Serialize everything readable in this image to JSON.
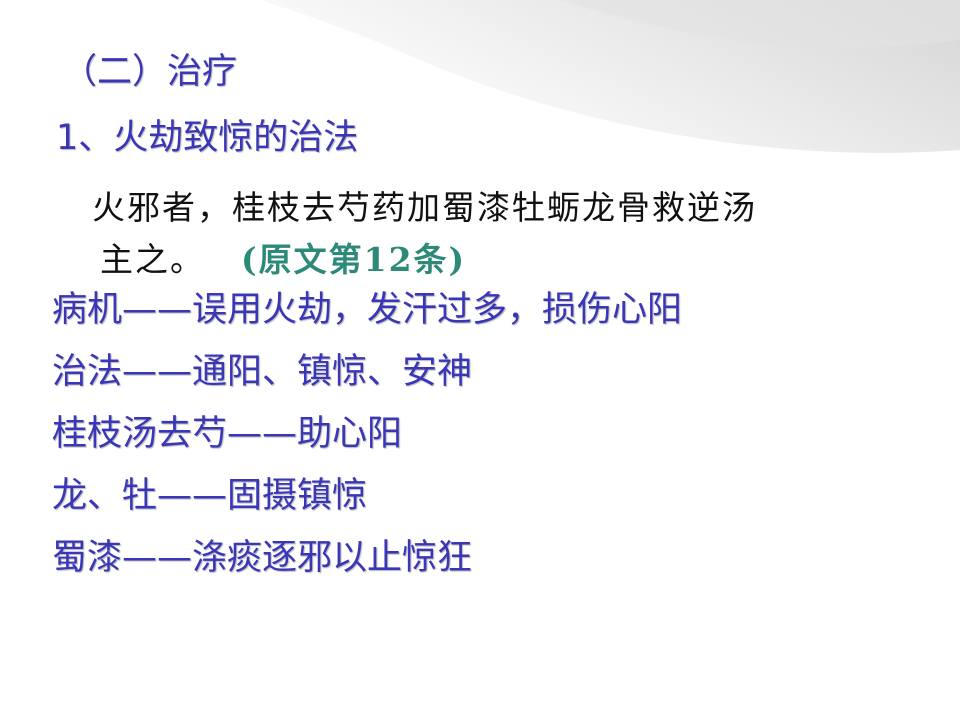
{
  "slide": {
    "heading_sub": "（二）治疗",
    "heading_num": "1、火劫致惊的治法",
    "quote": {
      "line1": "火邪者，桂枝去芍药加蜀漆牡蛎龙骨救逆汤",
      "line2": "主之。",
      "reference": "(原文第12条)"
    },
    "bullets": [
      "病机——误用火劫，发汗过多，损伤心阳",
      "治法——通阳、镇惊、安神",
      "桂枝汤去芍——助心阳",
      "龙、牡——固摄镇惊",
      "蜀漆——涤痰逐邪以止惊狂"
    ]
  },
  "colors": {
    "heading_text": "#3a36b8",
    "body_text": "#111111",
    "reference_text": "#2e8a78",
    "background_top_right": "#d9d9d9"
  }
}
